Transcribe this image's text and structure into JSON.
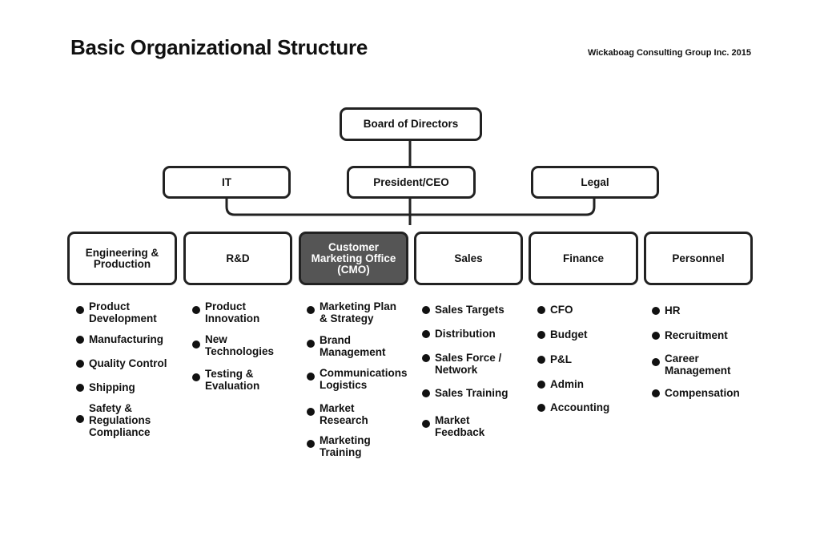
{
  "title": "Basic Organizational Structure",
  "credit": "Wickaboag Consulting Group Inc. 2015",
  "top": {
    "board": "Board of Directors",
    "it": "IT",
    "president": "President/CEO",
    "legal": "Legal"
  },
  "departments": [
    {
      "name": "Engineering &\nProduction",
      "highlighted": false,
      "items": [
        "Product\nDevelopment",
        "Manufacturing",
        "Quality Control",
        "Shipping",
        "Safety &\nRegulations\nCompliance"
      ]
    },
    {
      "name": "R&D",
      "highlighted": false,
      "items": [
        "Product\nInnovation",
        "New\nTechnologies",
        "Testing &\nEvaluation"
      ]
    },
    {
      "name": "Customer\nMarketing Office\n(CMO)",
      "highlighted": true,
      "items": [
        "Marketing Plan\n& Strategy",
        "Brand\nManagement",
        "Communications\nLogistics",
        "Market\nResearch",
        "Marketing\nTraining"
      ]
    },
    {
      "name": "Sales",
      "highlighted": false,
      "items": [
        "Sales Targets",
        "Distribution",
        "Sales Force /\nNetwork",
        "Sales Training",
        "Market\nFeedback"
      ]
    },
    {
      "name": "Finance",
      "highlighted": false,
      "items": [
        "CFO",
        "Budget",
        "P&L",
        "Admin",
        "Accounting"
      ]
    },
    {
      "name": "Personnel",
      "highlighted": false,
      "items": [
        "HR",
        "Recruitment",
        "Career\nManagement",
        "Compensation"
      ]
    }
  ],
  "colors": {
    "line": "#222222",
    "highlight_fill": "#555555",
    "highlight_text": "#ffffff"
  }
}
